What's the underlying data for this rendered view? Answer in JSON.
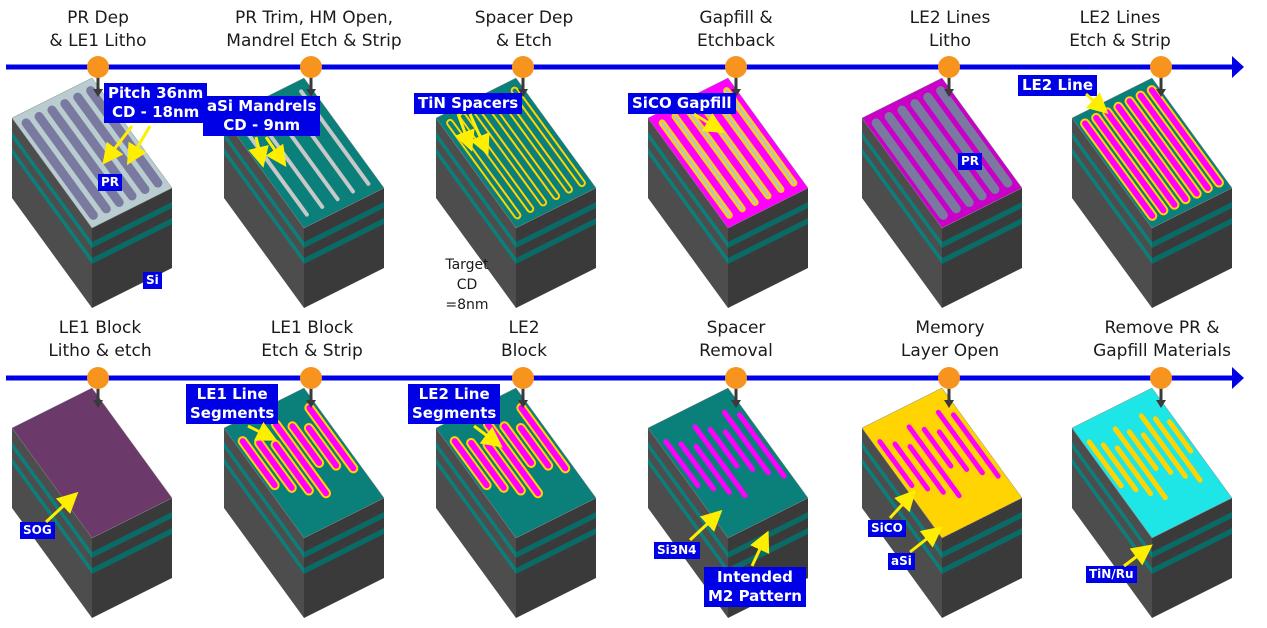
{
  "timelines": {
    "color": "#0000e6",
    "marker_color": "#f7941d"
  },
  "steps_top": [
    {
      "title": "PR Dep\n& LE1 Litho"
    },
    {
      "title": "PR Trim, HM Open,\nMandrel Etch & Strip"
    },
    {
      "title": "Spacer Dep\n& Etch"
    },
    {
      "title": "Gapfill &\nEtchback"
    },
    {
      "title": "LE2 Lines\nLitho"
    },
    {
      "title": "LE2 Lines\nEtch & Strip"
    }
  ],
  "steps_bottom": [
    {
      "title": "LE1 Block\nLitho & etch"
    },
    {
      "title": "LE1 Block\nEtch & Strip"
    },
    {
      "title": "LE2\nBlock"
    },
    {
      "title": "Spacer\nRemoval"
    },
    {
      "title": "Memory\nLayer Open"
    },
    {
      "title": "Remove PR &\nGapfill Materials"
    }
  ],
  "callouts": {
    "pitch": "Pitch 36nm\nCD - 18nm",
    "pr_1": "PR",
    "si": "Si",
    "asi_mandrels": "aSi Mandrels\nCD - 9nm",
    "tin_spacers": "TiN Spacers",
    "target_cd": "Target\nCD\n=8nm",
    "sico_gapfill": "SiCO Gapfill",
    "pr_2": "PR",
    "le2_line": "LE2 Line",
    "sog": "SOG",
    "le1_line_segments": "LE1 Line\nSegments",
    "le2_line_segments": "LE2 Line\nSegments",
    "si3n4": "Si3N4",
    "intended_m2": "Intended\nM2 Pattern",
    "sico": "SiCO",
    "asi": "aSi",
    "tin_ru": "TiN/Ru"
  },
  "colors": {
    "si_body": "#4d4d4d",
    "teal_layer": "#0b7f7a",
    "pr_gray_top": "#b9cdd0",
    "pr_lines": "#7a7aa0",
    "spacer_yellow": "#ffd400",
    "gapfill_magenta": "#ff00ff",
    "sog_purple": "#6b3a6b",
    "cyan_top": "#1ee6e6",
    "callout_blue": "#0000e6",
    "arrow_yellow": "#ffee00"
  }
}
